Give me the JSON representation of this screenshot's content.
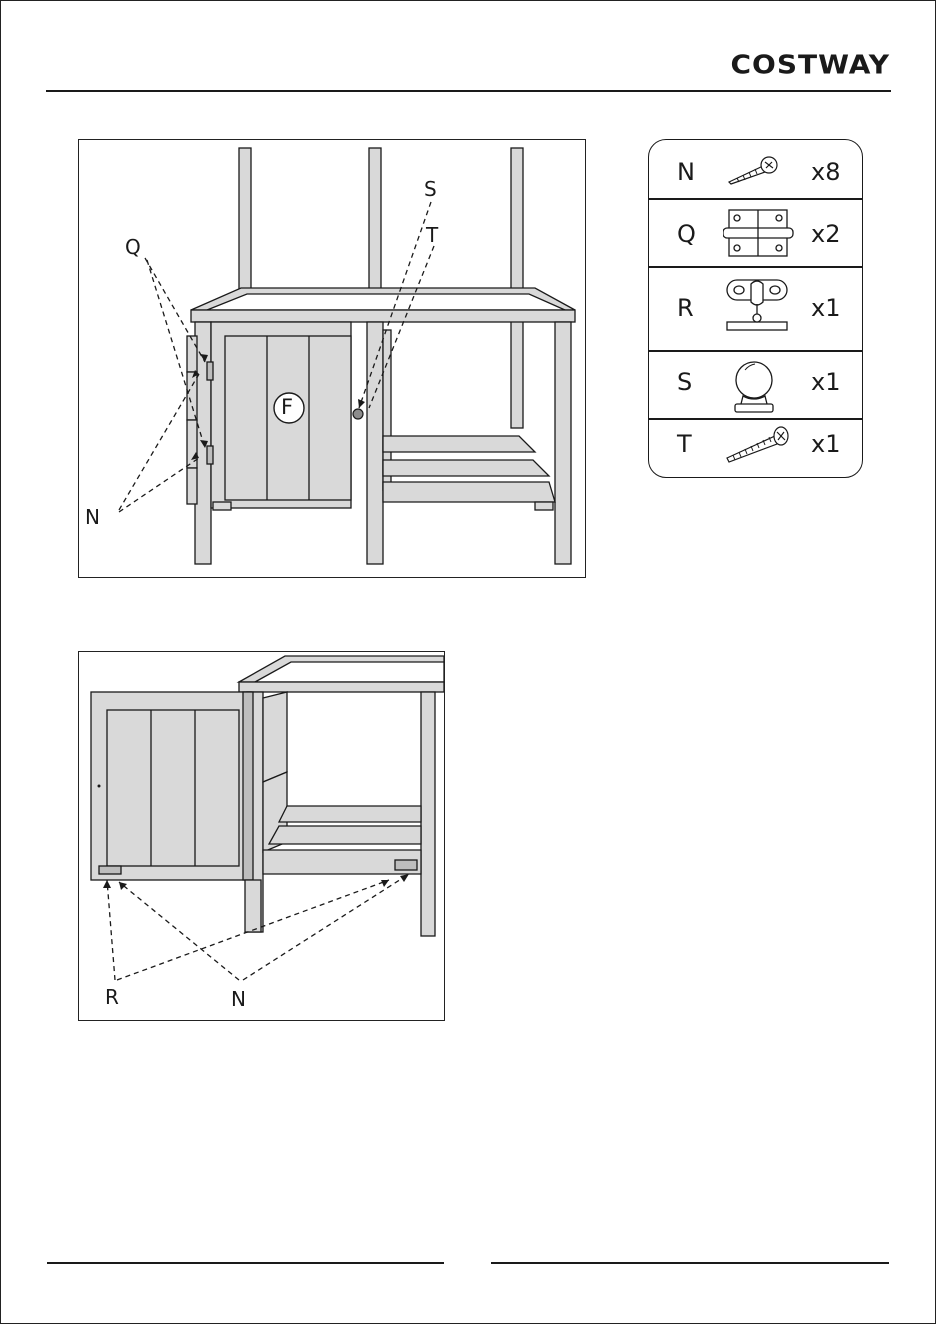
{
  "header": {
    "brand": "COSTWAY"
  },
  "figure1": {
    "labels": {
      "q": "Q",
      "n": "N",
      "s": "S",
      "t": "T",
      "f": "F"
    }
  },
  "figure2": {
    "labels": {
      "r": "R",
      "n": "N"
    }
  },
  "parts": [
    {
      "letter": "N",
      "qty": "x8",
      "icon": "screw-short-icon"
    },
    {
      "letter": "Q",
      "qty": "x2",
      "icon": "hinge-icon"
    },
    {
      "letter": "R",
      "qty": "x1",
      "icon": "magnetic-catch-icon"
    },
    {
      "letter": "S",
      "qty": "x1",
      "icon": "knob-icon"
    },
    {
      "letter": "T",
      "qty": "x1",
      "icon": "screw-long-icon"
    }
  ],
  "colors": {
    "line": "#1a1a1a",
    "wood": "#d9d9d9",
    "wood_dark": "#bdbdbd"
  }
}
